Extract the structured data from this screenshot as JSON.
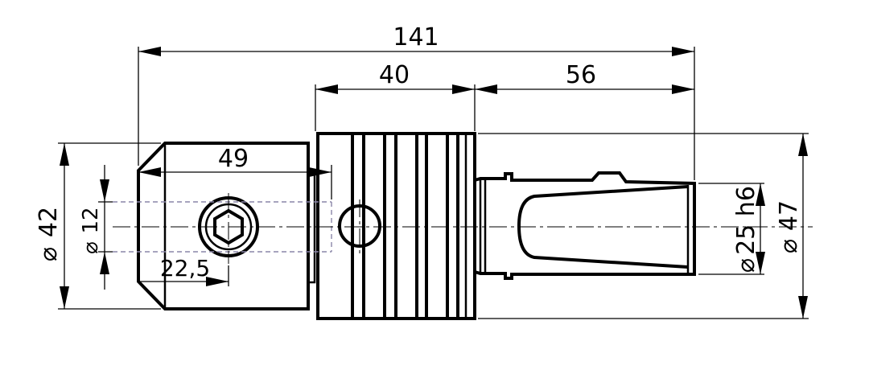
{
  "dimensions": {
    "overall_length": "141",
    "clamp_length": "40",
    "shank_length": "56",
    "bore_depth": "49",
    "screw_position": "22,5",
    "body_diameter": "42",
    "bore_diameter": "12",
    "shank_diameter": "25 h6",
    "collar_diameter": "47",
    "diameter_symbol": "⌀"
  }
}
